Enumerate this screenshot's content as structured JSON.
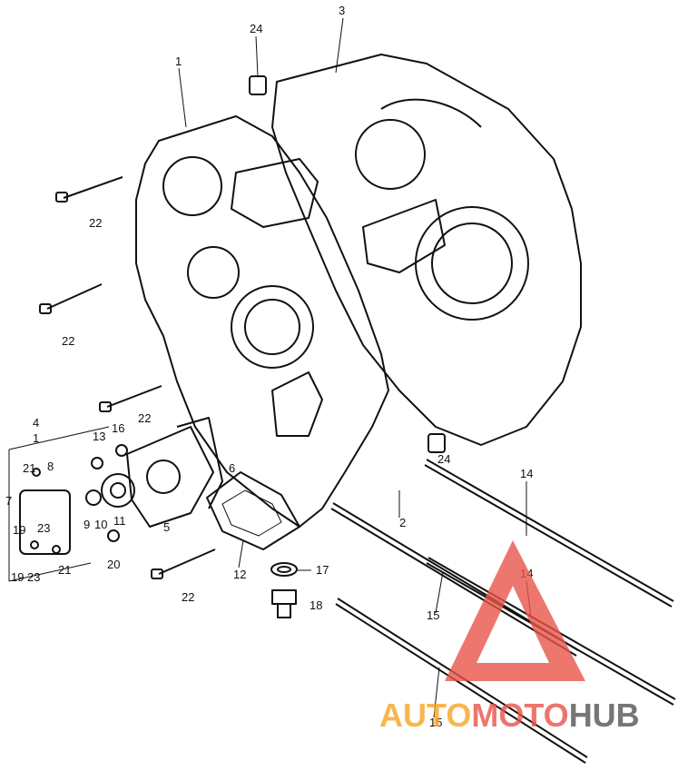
{
  "diagram": {
    "part_numbers": {
      "p1": "1",
      "p2": "2",
      "p3": "3",
      "p4": "4",
      "p4b": "1",
      "p5": "5",
      "p6": "6",
      "p7": "7",
      "p8": "8",
      "p9": "9",
      "p10": "10",
      "p11": "11",
      "p12": "12",
      "p13": "13",
      "p14a": "14",
      "p14b": "14",
      "p15a": "15",
      "p15b": "15",
      "p16": "16",
      "p17": "17",
      "p18": "18",
      "p19a": "19",
      "p19b": "19",
      "p20": "20",
      "p21a": "21",
      "p21b": "21",
      "p22a": "22",
      "p22b": "22",
      "p22c": "22",
      "p22d": "22",
      "p23a": "23",
      "p23b": "23",
      "p24a": "24",
      "p24b": "24"
    }
  },
  "watermark": {
    "text_part1": "AUTO",
    "text_part2": "MOTO",
    "text_part3": "HUB",
    "colors": {
      "triangle": "#e8554a",
      "auto": "#f6a623",
      "moto": "#e8554a",
      "hub": "#555555"
    }
  }
}
